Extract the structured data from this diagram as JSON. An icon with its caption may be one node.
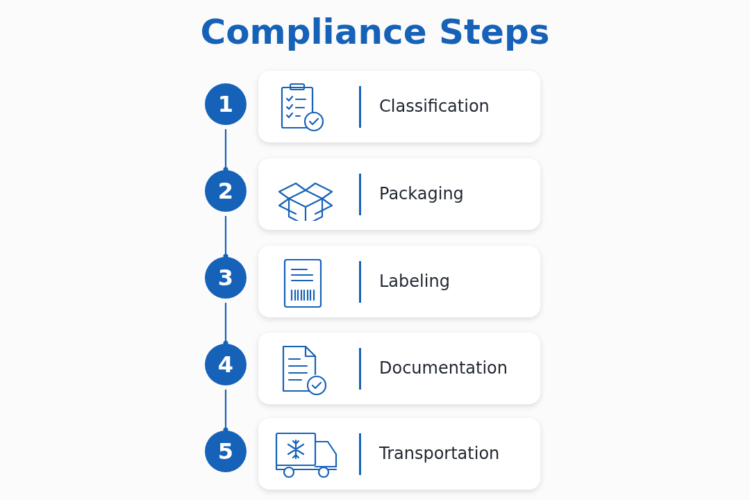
{
  "diagram": {
    "title": "Compliance Steps",
    "nodes": [
      {
        "text": [
          "1"
        ]
      },
      {
        "text": [
          "Classification"
        ]
      },
      {
        "text": [
          "2"
        ]
      },
      {
        "text": [
          "Packaging"
        ]
      },
      {
        "text": [
          "3"
        ]
      },
      {
        "text": [
          "Labeling"
        ]
      },
      {
        "text": [
          "4"
        ]
      },
      {
        "text": [
          "Documentation"
        ]
      },
      {
        "text": [
          "5"
        ]
      },
      {
        "text": [
          "Transportation"
        ]
      }
    ],
    "edges": [
      {
        "from": 0,
        "to": 2,
        "arrow": "other"
      },
      {
        "from": 2,
        "to": 4,
        "arrow": "other"
      },
      {
        "from": 4,
        "to": 6,
        "arrow": "other"
      },
      {
        "from": 6,
        "to": 8,
        "arrow": "other"
      }
    ]
  }
}
